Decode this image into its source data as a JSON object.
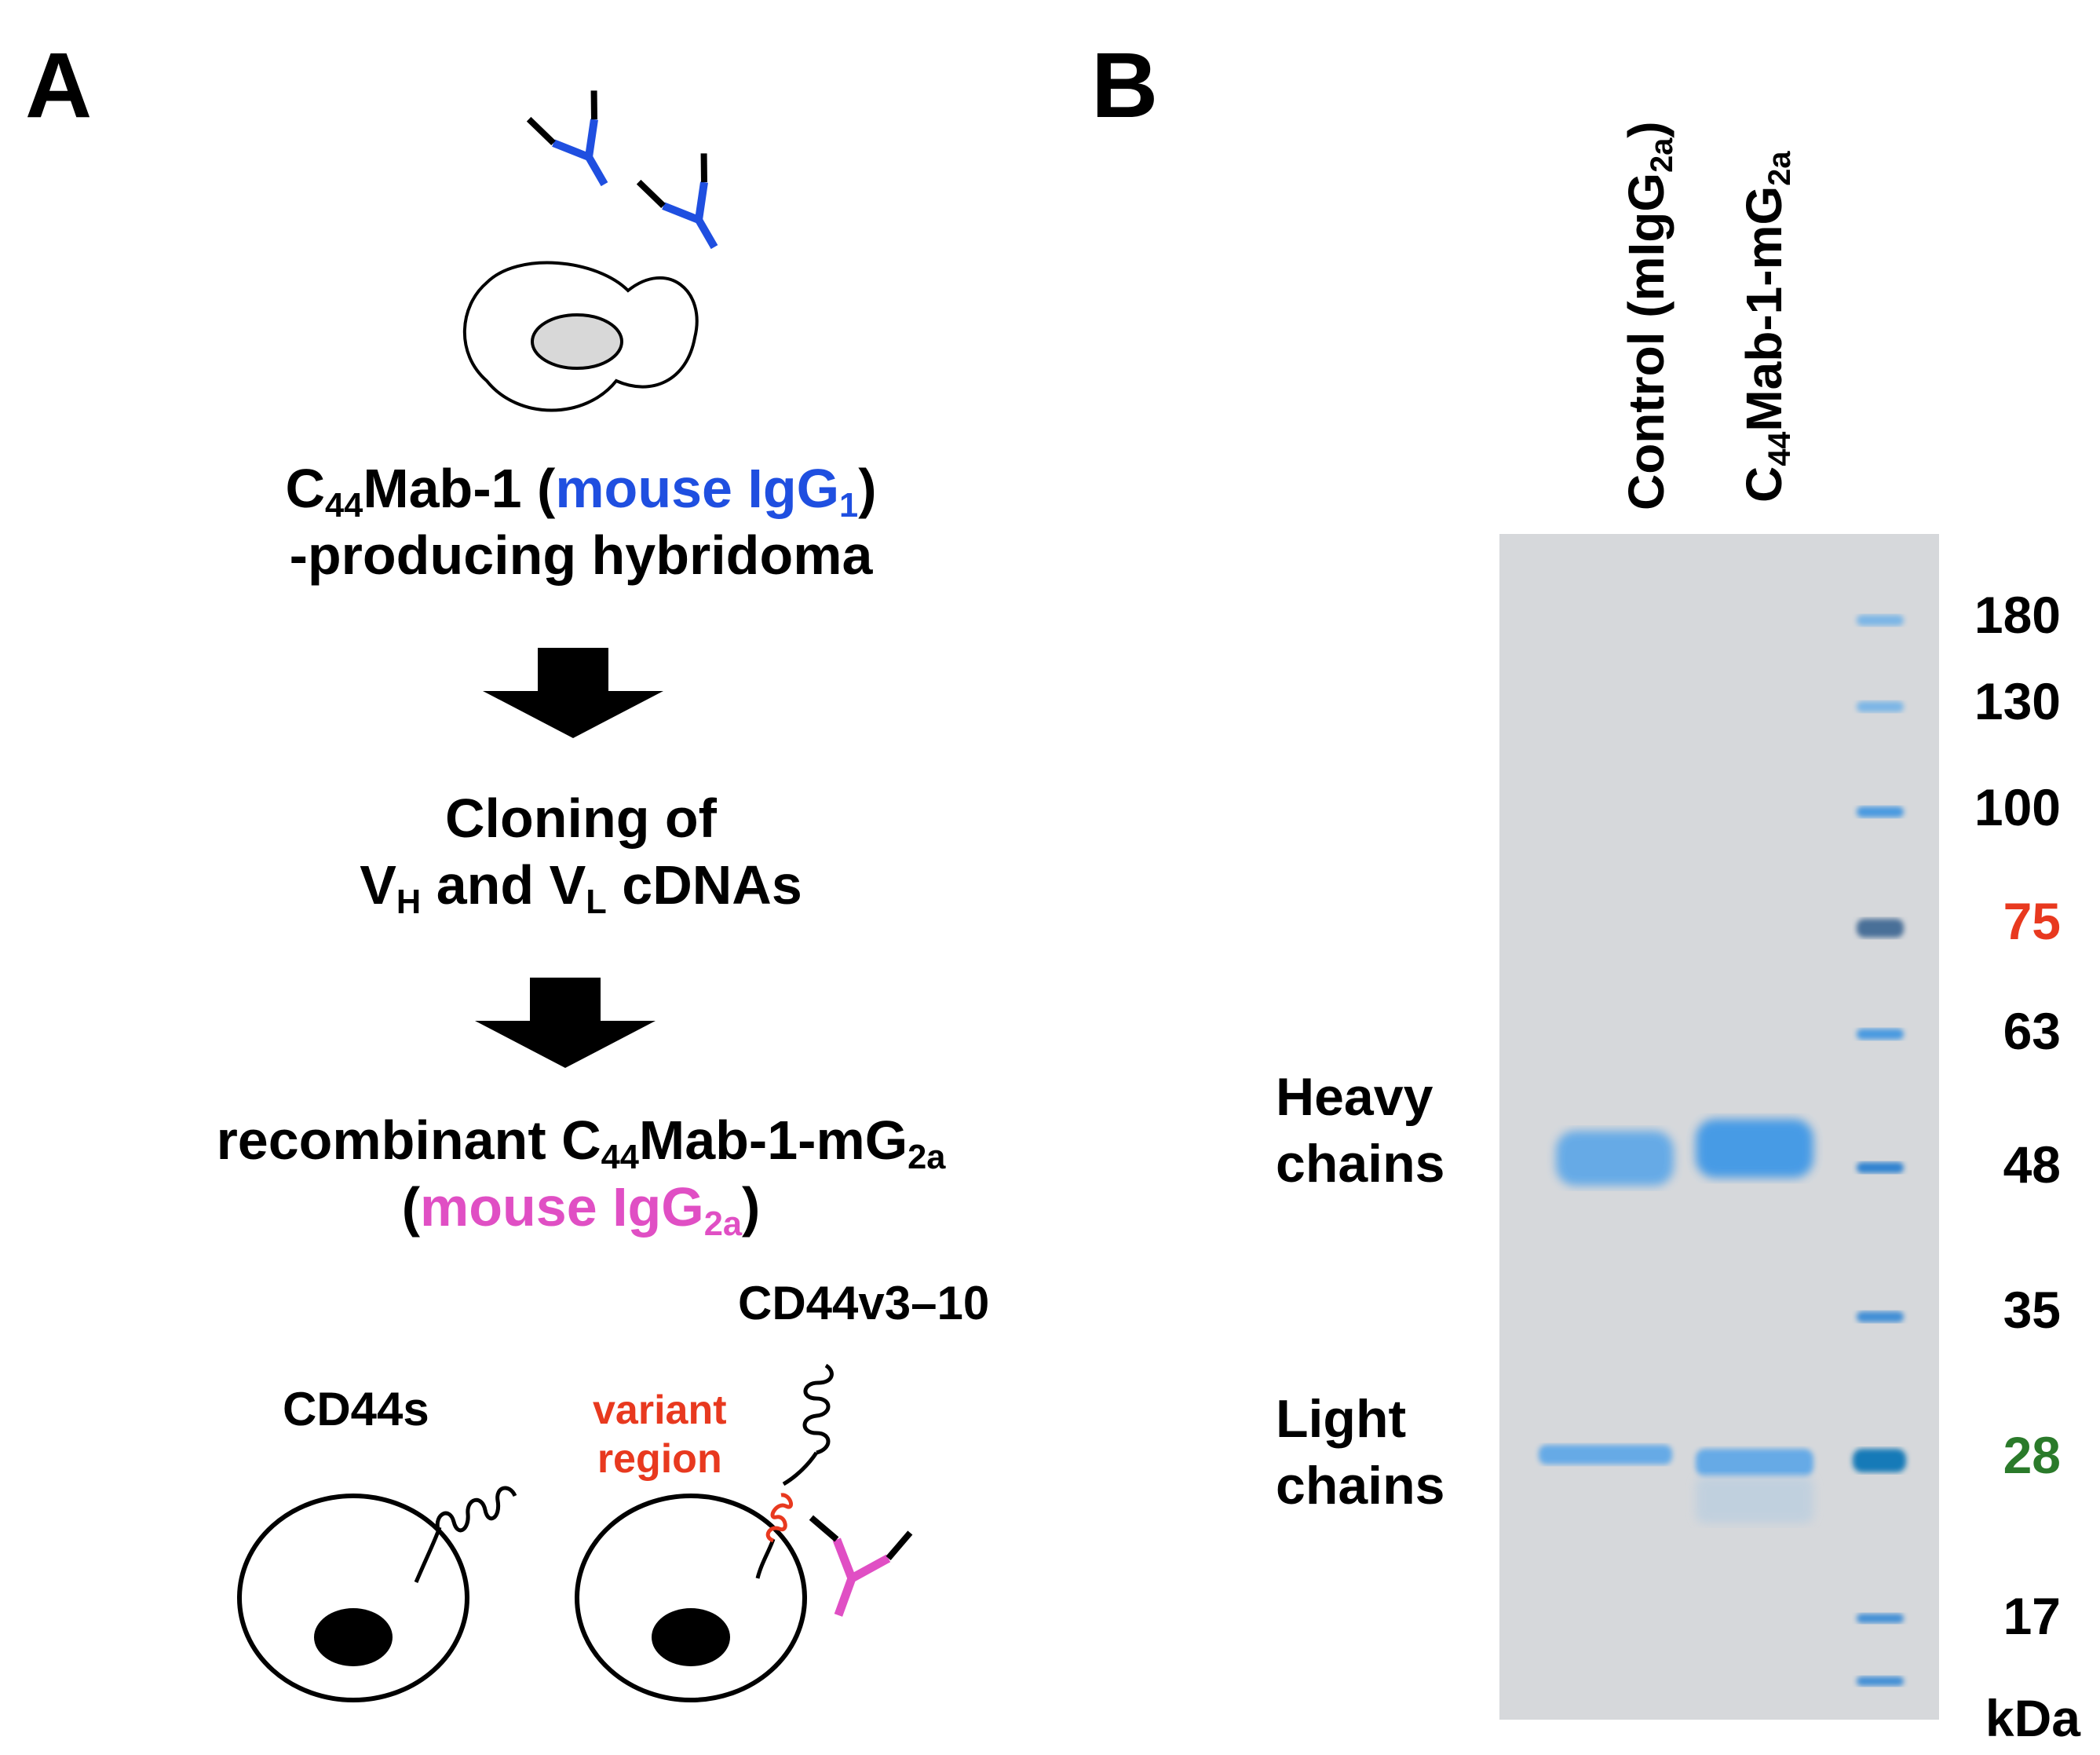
{
  "panel_a": {
    "label": "A",
    "hybridoma_line1_pre": "C",
    "hybridoma_line1_sub": "44",
    "hybridoma_line1_mid": "Mab-1 (",
    "hybridoma_line1_colored": "mouse IgG",
    "hybridoma_line1_colored_sub": "1",
    "hybridoma_line1_post": ")",
    "hybridoma_line2": "-producing hybridoma",
    "cloning_line1": "Cloning of",
    "cloning_vh": "V",
    "cloning_vh_sub": "H",
    "cloning_and": " and V",
    "cloning_vl_sub": "L",
    "cloning_tail": " cDNAs",
    "recomb_line1_pre": "recombinant C",
    "recomb_line1_sub1": "44",
    "recomb_line1_mid": "Mab-1-mG",
    "recomb_line1_sub2": "2a",
    "recomb_line2_open": "(",
    "recomb_line2_colored": "mouse IgG",
    "recomb_line2_colored_sub": "2a",
    "recomb_line2_close": ")",
    "cd44s": "CD44s",
    "cd44v": "CD44v3–10",
    "variant_line1": "variant",
    "variant_line2": "region",
    "colors": {
      "igg1": "#1f4fe0",
      "igg2a": "#e04fc4",
      "variant": "#e8391f"
    }
  },
  "panel_b": {
    "label": "B",
    "lane1_pre": "Control (mIgG",
    "lane1_sub": "2a",
    "lane1_post": ")",
    "lane2_pre": "C",
    "lane2_sub1": "44",
    "lane2_mid": "Mab-1-mG",
    "lane2_sub2": "2a",
    "heavy_line1": "Heavy",
    "heavy_line2": "chains",
    "light_line1": "Light",
    "light_line2": "chains",
    "markers": [
      "180",
      "130",
      "100",
      "75",
      "63",
      "48",
      "35",
      "28",
      "17"
    ],
    "unit": "kDa",
    "marker_colors": {
      "75": "#e8391f",
      "28": "#2a7a2a"
    }
  }
}
